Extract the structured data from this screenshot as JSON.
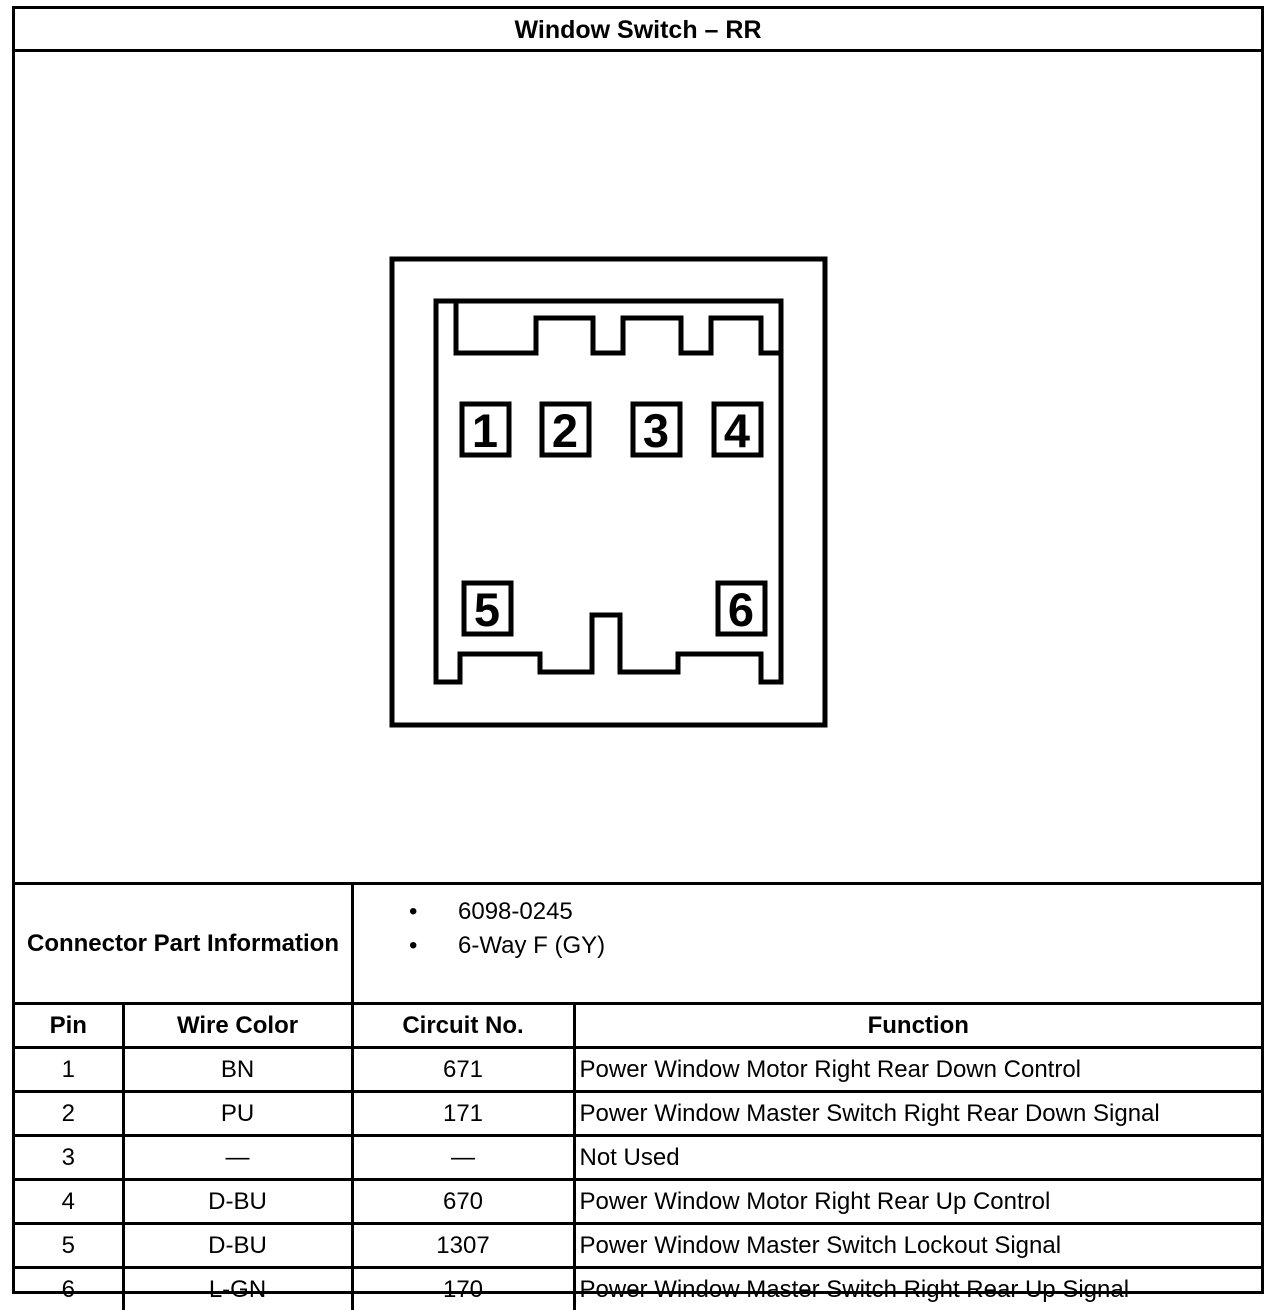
{
  "title": "Window Switch – RR",
  "connector": {
    "pin_labels": [
      "1",
      "2",
      "3",
      "4",
      "5",
      "6"
    ]
  },
  "connector_info": {
    "label": "Connector Part Information",
    "items": [
      "6098-0245",
      "6-Way F (GY)"
    ]
  },
  "table": {
    "headers": {
      "pin": "Pin",
      "wire_color": "Wire Color",
      "circuit": "Circuit No.",
      "function": "Function"
    },
    "rows": [
      {
        "pin": "1",
        "wire_color": "BN",
        "circuit": "671",
        "function": "Power Window Motor Right Rear Down Control"
      },
      {
        "pin": "2",
        "wire_color": "PU",
        "circuit": "171",
        "function": "Power Window Master Switch Right Rear Down Signal"
      },
      {
        "pin": "3",
        "wire_color": "—",
        "circuit": "—",
        "function": "Not Used"
      },
      {
        "pin": "4",
        "wire_color": "D-BU",
        "circuit": "670",
        "function": "Power Window Motor Right Rear Up Control"
      },
      {
        "pin": "5",
        "wire_color": "D-BU",
        "circuit": "1307",
        "function": "Power Window Master Switch Lockout Signal"
      },
      {
        "pin": "6",
        "wire_color": "L-GN",
        "circuit": "170",
        "function": "Power Window Master Switch Right Rear Up Signal"
      }
    ]
  }
}
